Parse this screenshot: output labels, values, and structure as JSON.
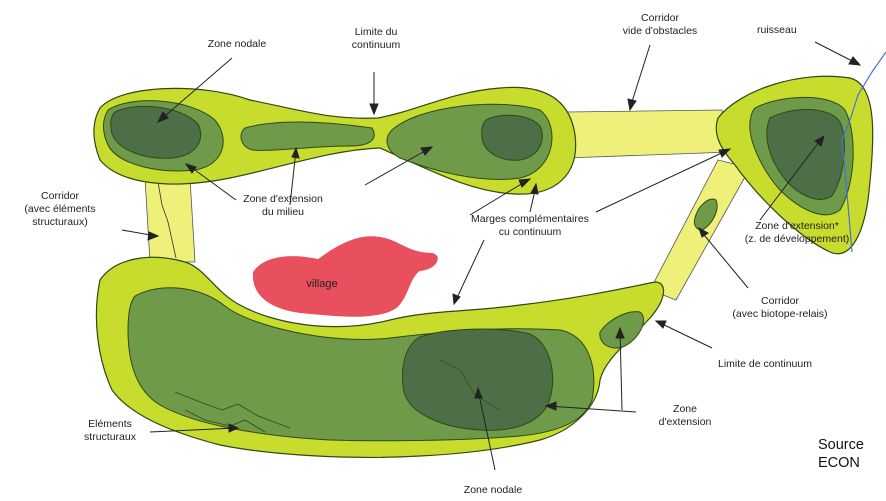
{
  "labels": {
    "zone_nodale_top": "Zone nodale",
    "limite_du_continuum": "Limite du\ncontinuum",
    "corridor_vide": "Corridor\nvide d'obstacles",
    "ruisseau": "ruisseau",
    "corridor_elements": "Corridor\n(avec éléments\nstructuraux)",
    "zone_extension_milieu": "Zone d'extension\ndu milieu",
    "marges": "Marges complémentaires\ncu continuum",
    "zone_extension_dev": "Zone d'extension*\n(z. de développement)",
    "village": "village",
    "corridor_biotope": "Corridor\n(avec biotope-relais)",
    "limite_de_continuum": "Limite de continuum",
    "elements_structuraux": "Eléments\nstructuraux",
    "zone_extension_bottom": "Zone\nd'extension",
    "zone_nodale_bottom": "Zone nodale",
    "source": "Source\nECON"
  },
  "colors": {
    "margin_yellow_green": "#c8dc2e",
    "extension_green": "#6f9a4a",
    "nodal_dark": "#4e6e48",
    "corridor_yellow": "#eef07a",
    "village_red": "#e8505e",
    "stream_blue": "#4a6fd6",
    "outline": "#2d4a14"
  }
}
